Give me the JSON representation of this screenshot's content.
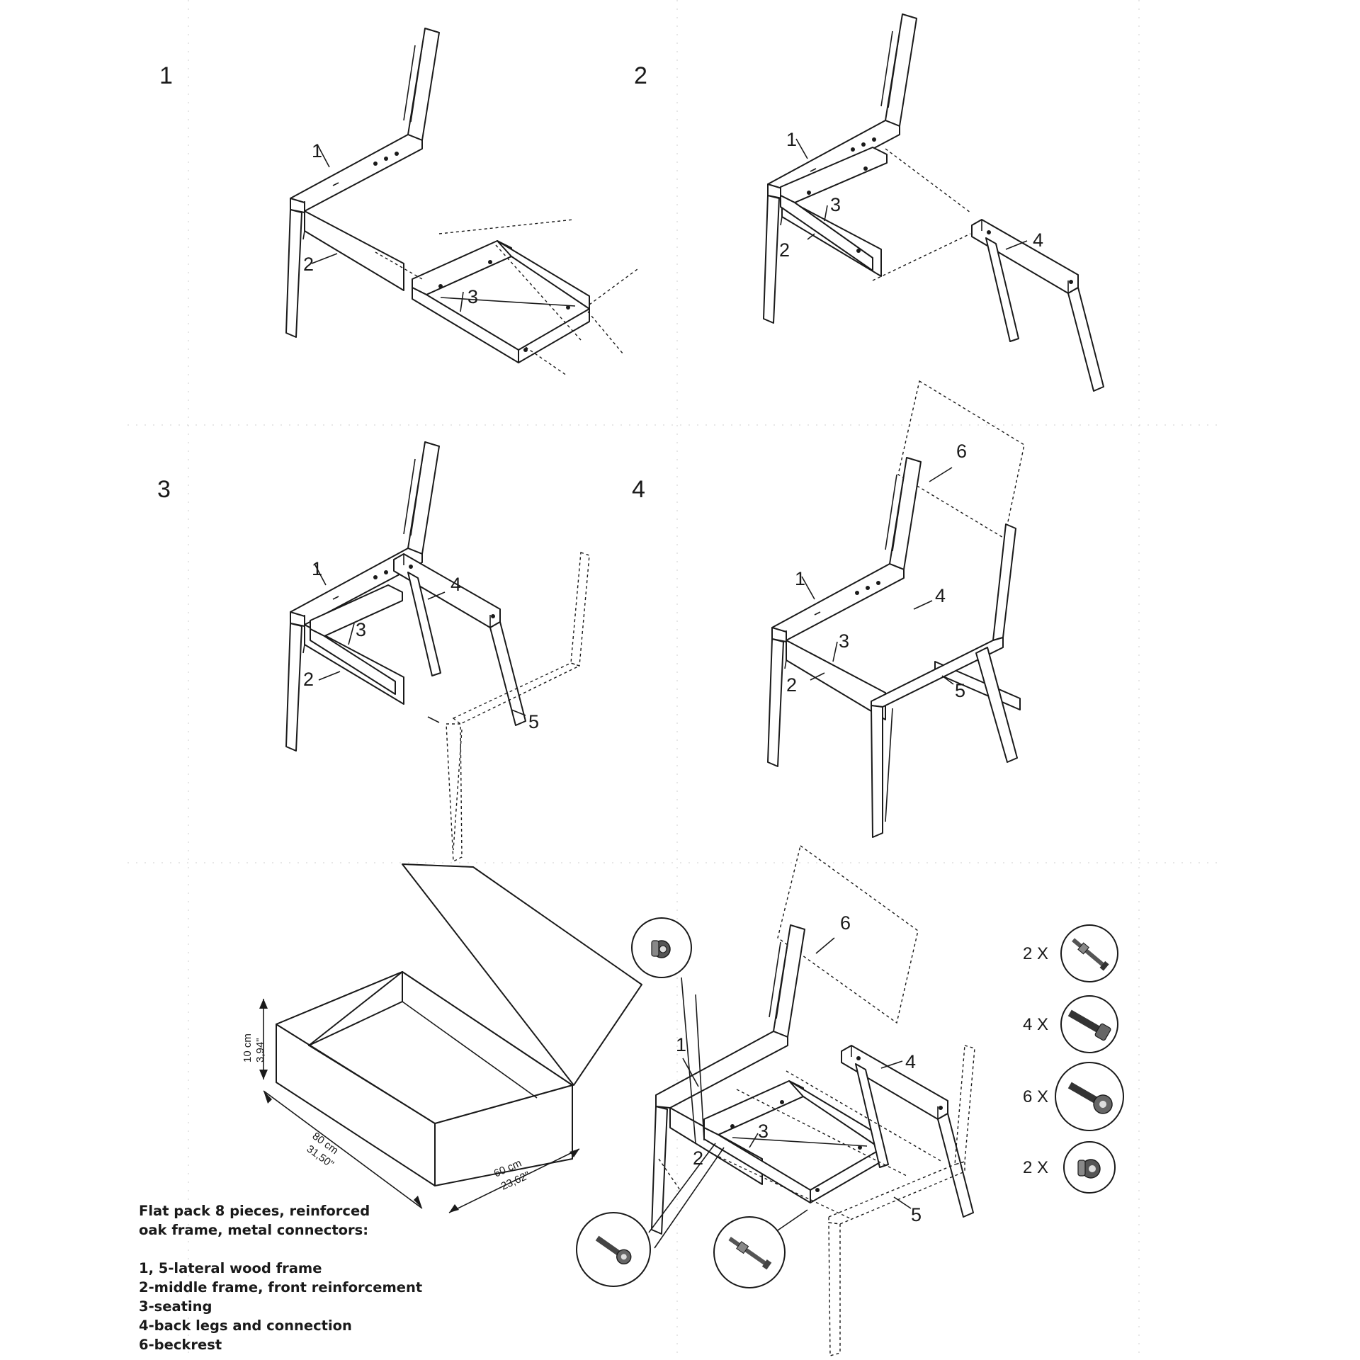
{
  "steps": {
    "s1": {
      "number": "1",
      "labels": [
        "1",
        "2",
        "3"
      ]
    },
    "s2": {
      "number": "2",
      "labels": [
        "1",
        "2",
        "3",
        "4"
      ]
    },
    "s3": {
      "number": "3",
      "labels": [
        "1",
        "2",
        "3",
        "4",
        "5"
      ]
    },
    "s4": {
      "number": "4",
      "labels": [
        "1",
        "2",
        "3",
        "4",
        "5",
        "6"
      ]
    },
    "final": {
      "labels": [
        "1",
        "2",
        "3",
        "4",
        "5",
        "6"
      ]
    }
  },
  "package": {
    "height_cm": "10 cm",
    "height_in": "3,94\"",
    "length_cm": "80 cm",
    "length_in": "31,50\"",
    "width_cm": "60 cm",
    "width_in": "23,62\""
  },
  "hardware": [
    {
      "qty": "2 X",
      "icon": "long-bolt-icon"
    },
    {
      "qty": "4 X",
      "icon": "hex-bolt-icon"
    },
    {
      "qty": "6 X",
      "icon": "cam-bolt-icon"
    },
    {
      "qty": "2 X",
      "icon": "cam-lock-icon"
    }
  ],
  "notes": {
    "title_line1": "Flat pack 8 pieces, reinforced",
    "title_line2": "oak frame, metal connectors:",
    "items": [
      "1, 5-lateral wood frame",
      "2-middle frame, front reinforcement",
      "3-seating",
      "4-back legs and connection",
      "6-beckrest"
    ]
  }
}
